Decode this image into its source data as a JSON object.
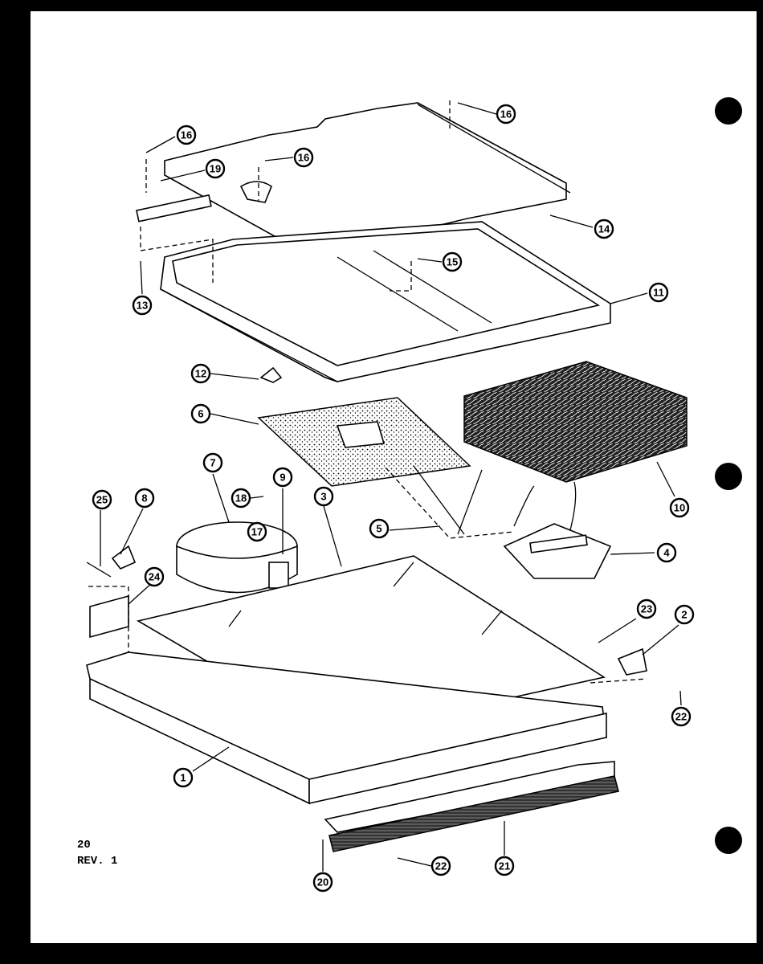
{
  "sheet": {
    "page_number": "20",
    "revision": "REV. 1"
  },
  "callouts": [
    {
      "id": "c16a",
      "label": "16"
    },
    {
      "id": "c16b",
      "label": "16"
    },
    {
      "id": "c16c",
      "label": "16"
    },
    {
      "id": "c19",
      "label": "19"
    },
    {
      "id": "c14",
      "label": "14"
    },
    {
      "id": "c15",
      "label": "15"
    },
    {
      "id": "c13",
      "label": "13"
    },
    {
      "id": "c11",
      "label": "11"
    },
    {
      "id": "c12",
      "label": "12"
    },
    {
      "id": "c6",
      "label": "6"
    },
    {
      "id": "c10",
      "label": "10"
    },
    {
      "id": "c7",
      "label": "7"
    },
    {
      "id": "c18",
      "label": "18"
    },
    {
      "id": "c9",
      "label": "9"
    },
    {
      "id": "c3",
      "label": "3"
    },
    {
      "id": "c25",
      "label": "25"
    },
    {
      "id": "c8",
      "label": "8"
    },
    {
      "id": "c17",
      "label": "17"
    },
    {
      "id": "c5",
      "label": "5"
    },
    {
      "id": "c4",
      "label": "4"
    },
    {
      "id": "c24",
      "label": "24"
    },
    {
      "id": "c23",
      "label": "23"
    },
    {
      "id": "c2",
      "label": "2"
    },
    {
      "id": "c22a",
      "label": "22"
    },
    {
      "id": "c1",
      "label": "1"
    },
    {
      "id": "c20",
      "label": "20"
    },
    {
      "id": "c22b",
      "label": "22"
    },
    {
      "id": "c21",
      "label": "21"
    }
  ]
}
